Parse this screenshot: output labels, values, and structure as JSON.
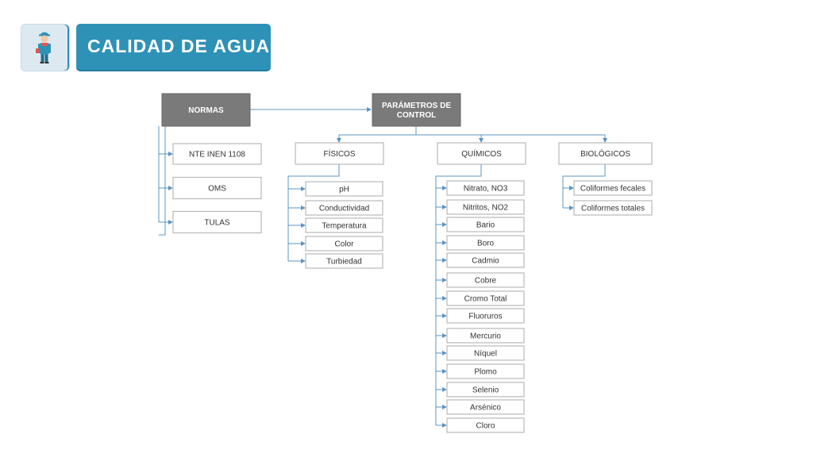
{
  "header": {
    "title": "CALIDAD DE AGUA",
    "icon": "worker-icon"
  },
  "colors": {
    "accent": "#2e92b7",
    "dark_box": "#7a7a7a",
    "connector": "#5b95c3"
  },
  "diagram": {
    "normas": {
      "label": "NORMAS",
      "items": [
        "NTE INEN 1108",
        "OMS",
        "TULAS"
      ]
    },
    "parametros": {
      "label_line1": "PARÁMETROS DE",
      "label_line2": "CONTROL"
    },
    "fisicos": {
      "label": "FÍSICOS",
      "items": [
        "pH",
        "Conductividad",
        "Temperatura",
        "Color",
        "Turbiedad"
      ]
    },
    "quimicos": {
      "label": "QUÍMICOS",
      "items": [
        "Nitrato, NO3",
        "Nitritos, NO2",
        "Bario",
        "Boro",
        "Cadmio",
        "Cobre",
        "Cromo Total",
        "Fluoruros",
        "Mercurio",
        "Níquel",
        "Plomo",
        "Selenio",
        "Arsénico",
        "Cloro"
      ]
    },
    "biologicos": {
      "label": "BIOLÓGICOS",
      "items": [
        "Coliformes fecales",
        "Coliformes totales"
      ]
    }
  }
}
